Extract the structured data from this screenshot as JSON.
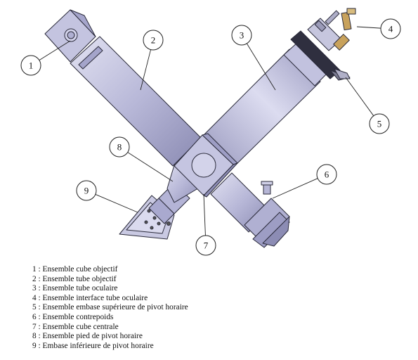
{
  "callouts": [
    {
      "num": "1",
      "label": "Ensemble cube objectif"
    },
    {
      "num": "2",
      "label": "Ensemble tube objectif"
    },
    {
      "num": "3",
      "label": "Ensemble tube oculaire"
    },
    {
      "num": "4",
      "label": "Ensemble interface tube oculaire"
    },
    {
      "num": "5",
      "label": "Ensemble embase supérieure de pivot horaire"
    },
    {
      "num": "6",
      "label": "Ensemble contrepoids"
    },
    {
      "num": "7",
      "label": "Ensemble cube centrale"
    },
    {
      "num": "8",
      "label": "Ensemble pied de pivot horaire"
    },
    {
      "num": "9",
      "label": "Embase inférieure de pivot horaire"
    }
  ],
  "legend": [
    "1 : Ensemble cube objectif",
    "2 : Ensemble tube objectif",
    "3 : Ensemble tube oculaire",
    "4 : Ensemble interface tube oculaire",
    "5 : Ensemble embase supérieure de pivot horaire",
    "6 : Ensemble contrepoids",
    "7 : Ensemble cube centrale",
    "8 : Ensemble pied de pivot horaire",
    "9 : Embase inférieure de pivot horaire"
  ],
  "colors": {
    "body": "#b9b9d9",
    "body_light": "#d7d7ec",
    "body_dark": "#8c8cb4",
    "outline": "#2a2a3a",
    "brass": "#c8a25c"
  }
}
